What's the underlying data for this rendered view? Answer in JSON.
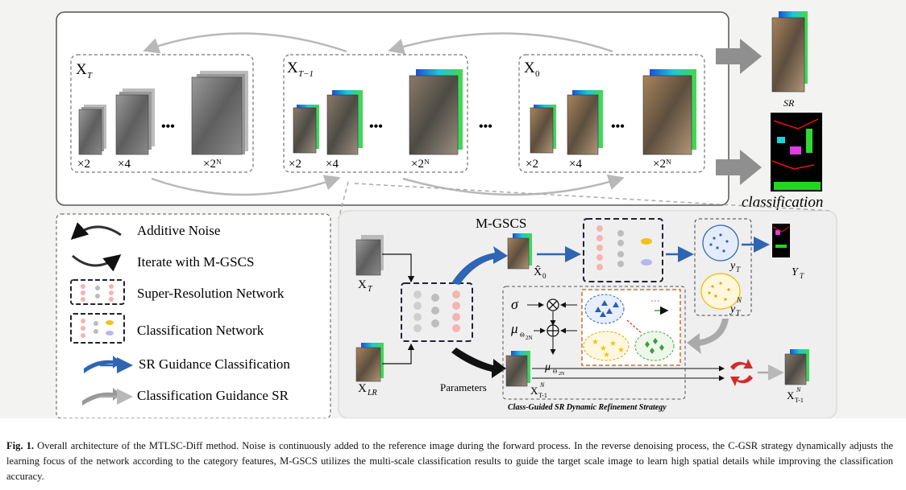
{
  "forward": {
    "groups": [
      {
        "label": "X",
        "sub": "T",
        "scales": [
          "×2",
          "×4",
          "×2ᴺ"
        ],
        "kind": "noise"
      },
      {
        "label": "X",
        "sub": "T−1",
        "scales": [
          "×2",
          "×4",
          "×2ᴺ"
        ],
        "kind": "mix"
      },
      {
        "label": "X",
        "sub": "0",
        "scales": [
          "×2",
          "×4",
          "×2ᴺ"
        ],
        "kind": "clear"
      }
    ],
    "ellipsis": "•••"
  },
  "outputs": {
    "sr": "SR",
    "classification": "classification"
  },
  "legend": [
    {
      "icon": "additive-noise-arrow-icon",
      "label": "Additive Noise"
    },
    {
      "icon": "iterate-arrow-icon",
      "label": "Iterate with M-GSCS"
    },
    {
      "icon": "sr-network-icon",
      "label": "Super-Resolution Network"
    },
    {
      "icon": "classification-network-icon",
      "label": "Classification Network"
    },
    {
      "icon": "blue-guidance-arrow-icon",
      "label": "SR Guidance Classification"
    },
    {
      "icon": "gray-guidance-arrow-icon",
      "label": "Classification Guidance SR"
    }
  ],
  "detail": {
    "title": "M-GSCS",
    "xt": {
      "main": "X",
      "sub": "T"
    },
    "xlr": {
      "main": "X",
      "sub": "LR"
    },
    "x0hat": {
      "main": "X̂",
      "sub": "0"
    },
    "yt": {
      "main": "y",
      "sub": "T"
    },
    "ytn": {
      "main": "y",
      "sub": "T",
      "sup": "N"
    },
    "Yt": {
      "main": "Y",
      "sub": "T"
    },
    "sigma": "σ",
    "mu": "μ",
    "mu_sub": "Θ",
    "mu_sub2": "2N",
    "parameters": "Parameters",
    "xt1n": {
      "main": "X",
      "sub": "T-1",
      "sup": "N"
    },
    "xt1n_out": {
      "main": "X",
      "sub": "T-1",
      "sup": "N"
    },
    "strategy": "Class-Guided SR Dynamic Refinement Strategy"
  },
  "caption": {
    "label": "Fig. 1.",
    "text": " Overall architecture of the MTLSC-Diff method. Noise is continuously added to the reference image during the forward process. In the reverse denoising process, the C-GSR strategy dynamically adjusts the learning focus of the network according to the category features, M-GSCS utilizes the multi-scale classification results to guide the target scale image to learn high spatial details while improving the classification accuracy."
  },
  "colors": {
    "blue_arrow": "#2f65b3",
    "gray_arrow": "#8f8f8f",
    "orange_box": "#c9732a",
    "red_cycle": "#d42a2a"
  }
}
